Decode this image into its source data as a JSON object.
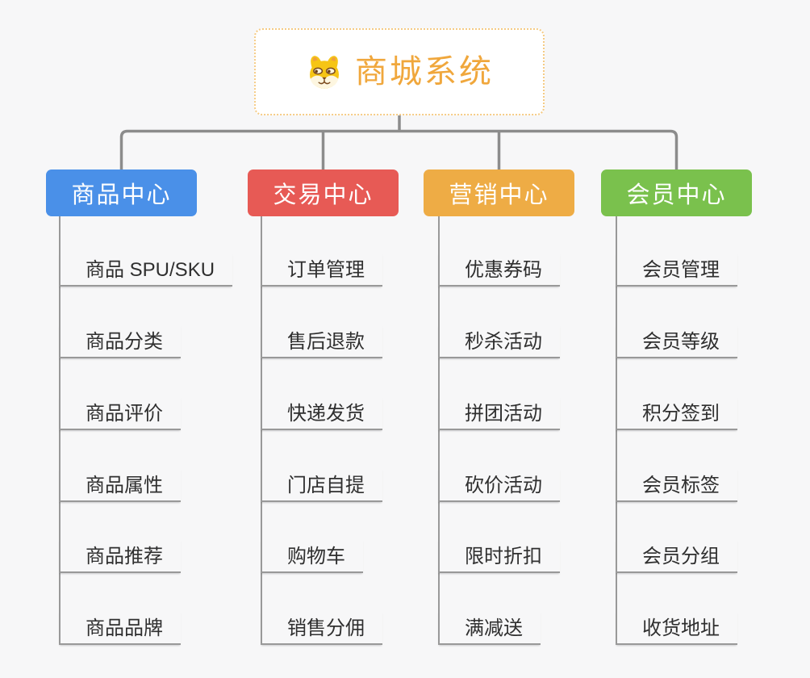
{
  "root": {
    "title": "商城系统",
    "icon": "dog-face-icon"
  },
  "colors": {
    "canvas_bg": "#F7F7F8",
    "connector": "#8C8C8C",
    "leaf_line": "#999999",
    "leaf_text": "#2F2F2F",
    "root_accent": "#F0A73C",
    "root_border": "#F5CB85"
  },
  "columns": [
    {
      "label": "商品中心",
      "color": "#4A90E8",
      "children": [
        "商品 SPU/SKU",
        "商品分类",
        "商品评价",
        "商品属性",
        "商品推荐",
        "商品品牌"
      ]
    },
    {
      "label": "交易中心",
      "color": "#E75A55",
      "children": [
        "订单管理",
        "售后退款",
        "快递发货",
        "门店自提",
        "购物车",
        "销售分佣"
      ]
    },
    {
      "label": "营销中心",
      "color": "#EEAC45",
      "children": [
        "优惠券码",
        "秒杀活动",
        "拼团活动",
        "砍价活动",
        "限时折扣",
        "满减送"
      ]
    },
    {
      "label": "会员中心",
      "color": "#7AC14D",
      "children": [
        "会员管理",
        "会员等级",
        "积分签到",
        "会员标签",
        "会员分组",
        "收货地址"
      ]
    }
  ]
}
